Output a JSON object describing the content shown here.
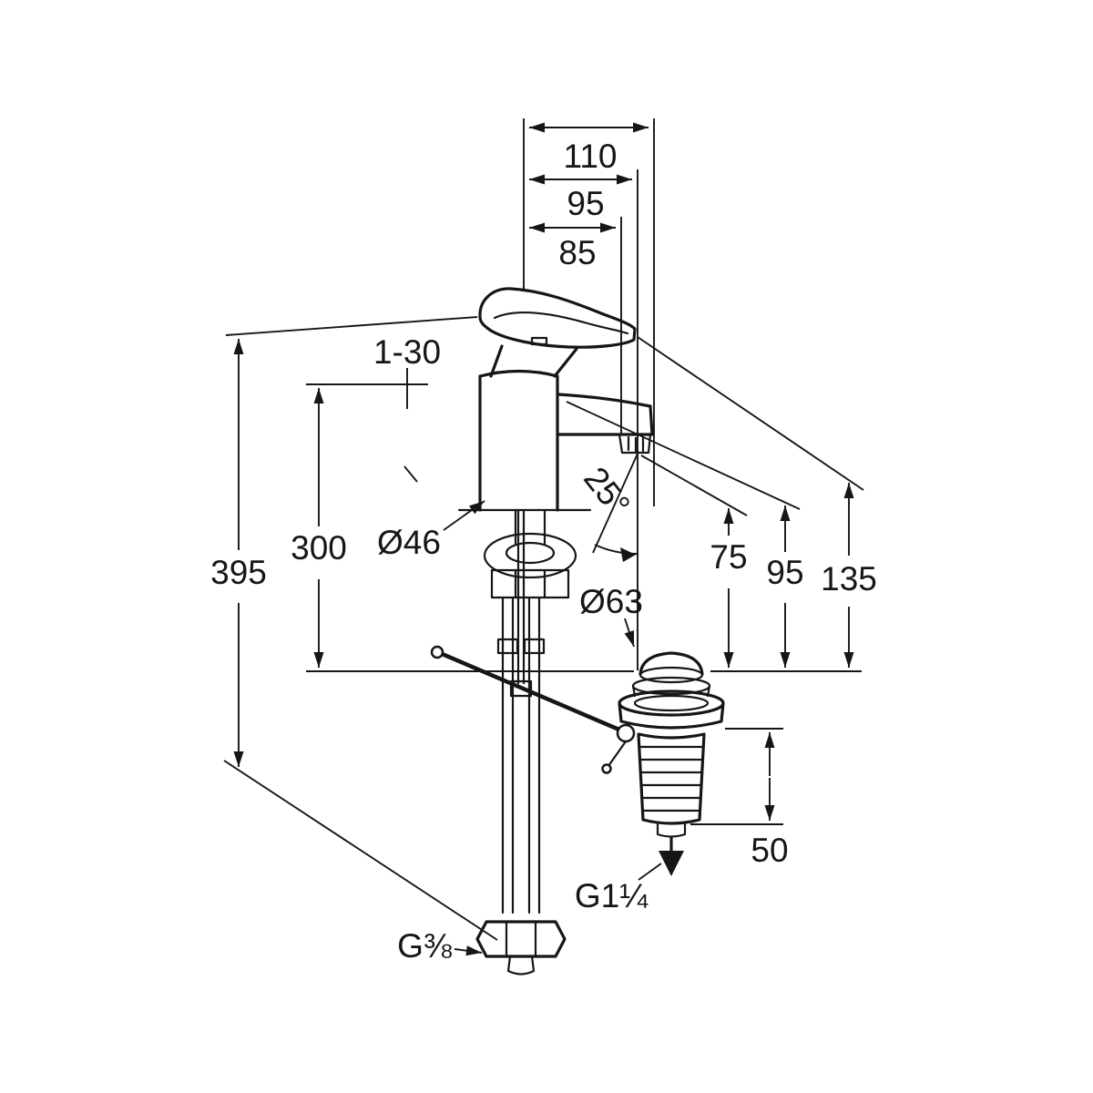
{
  "drawing": {
    "background": "#ffffff",
    "line_color": "#161616",
    "labels": {
      "width_total": "110",
      "width_aerator": "95",
      "width_spout": "85",
      "mount_range": "1-30",
      "spout_angle": "25°",
      "height_aerator": "75",
      "height_spout": "95",
      "height_reference": "135",
      "height_overall": "395",
      "hose_length": "300",
      "body_diameter": "Ø46",
      "drain_flange_diameter": "Ø63",
      "drain_body_height": "50",
      "drain_thread": "G1¼",
      "supply_thread": "G⅜"
    }
  }
}
